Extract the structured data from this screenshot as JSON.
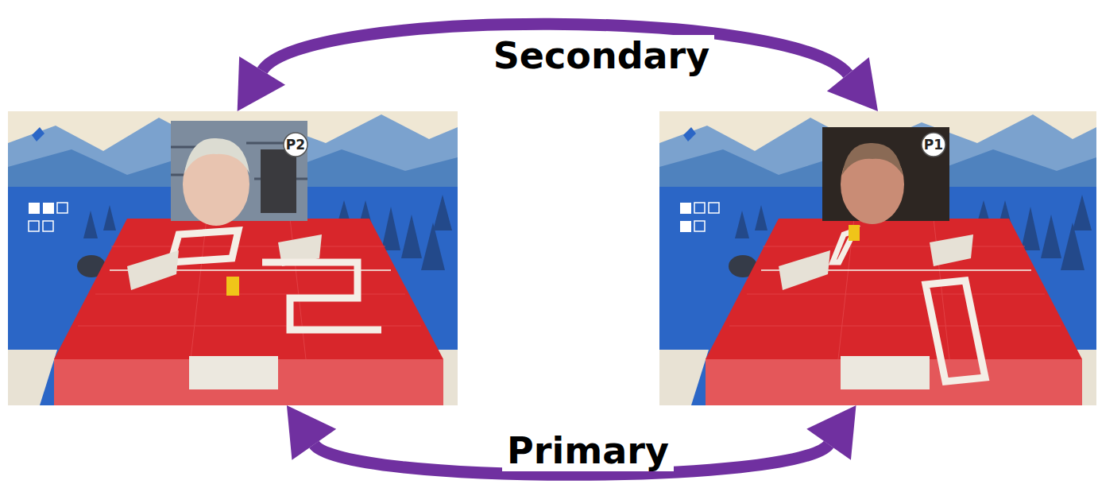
{
  "diagram": {
    "nodes": [
      {
        "text": [
          "P2"
        ]
      },
      {
        "text": [
          "P1"
        ]
      }
    ],
    "edges": [
      {
        "from": 0,
        "to": 1,
        "label": "Secondary",
        "arrow": "both"
      },
      {
        "from": 0,
        "to": 1,
        "label": "Primary",
        "arrow": "both"
      }
    ]
  }
}
